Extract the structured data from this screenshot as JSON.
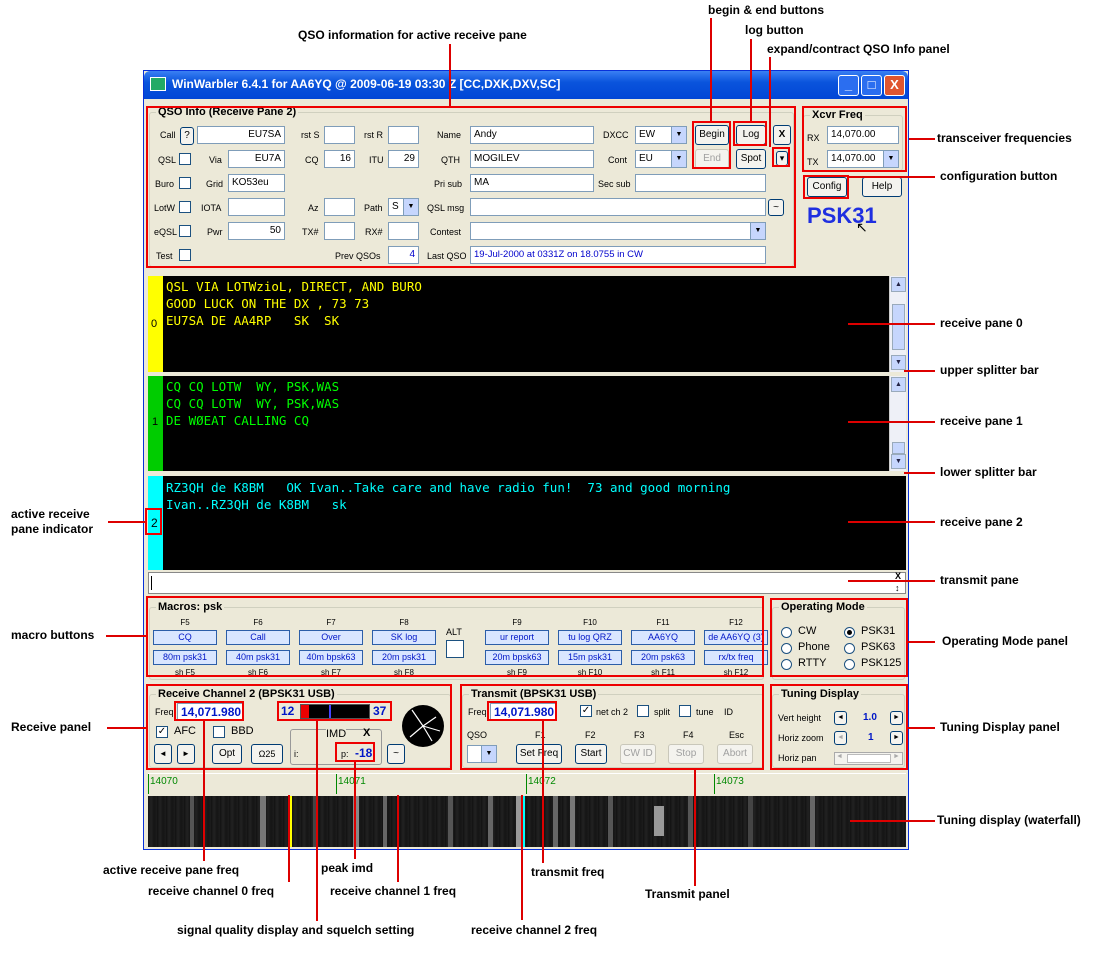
{
  "annotations": {
    "qso_info": "QSO information for active receive pane",
    "begin_end": "begin & end buttons",
    "log_button": "log button",
    "expand_contract": "expand/contract QSO Info panel",
    "xcvr_freqs": "transceiver frequencies",
    "config_button": "configuration button",
    "receive_pane_0": "receive pane 0",
    "upper_splitter": "upper splitter bar",
    "receive_pane_1": "receive pane 1",
    "lower_splitter": "lower splitter bar",
    "active_indicator_1": "active receive",
    "active_indicator_2": "pane indicator",
    "receive_pane_2": "receive pane 2",
    "transmit_pane": "transmit pane",
    "macro_buttons": "macro buttons",
    "operating_mode_panel": "Operating Mode panel",
    "receive_panel": "Receive panel",
    "tuning_display_panel": "Tuning Display panel",
    "waterfall": "Tuning display (waterfall)",
    "active_pane_freq": "active receive pane freq",
    "rx_ch0_freq": "receive channel 0 freq",
    "peak_imd": "peak imd",
    "rx_ch1_freq": "receive channel 1 freq",
    "transmit_freq": "transmit freq",
    "transmit_panel": "Transmit panel",
    "signal_quality": "signal quality display and squelch setting",
    "rx_ch2_freq": "receive channel 2 freq"
  },
  "window": {
    "title": "WinWarbler 6.4.1 for AA6YQ @ 2009-06-19 03:30 Z [CC,DXK,DXV,SC]",
    "min": "_",
    "max": "□",
    "close": "X"
  },
  "qso": {
    "title": "QSO Info (Receive Pane 2)",
    "call_label": "Call",
    "call_help": "?",
    "call": "EU7SA",
    "rsts_label": "rst S",
    "rsts": "",
    "rstr_label": "rst R",
    "rstr": "",
    "name_label": "Name",
    "name": "Andy",
    "dxcc_label": "DXCC",
    "dxcc": "EW",
    "qsl_label": "QSL",
    "via_label": "Via",
    "via": "EU7A",
    "cq_label": "CQ",
    "cq": "16",
    "itu_label": "ITU",
    "itu": "29",
    "qth_label": "QTH",
    "qth": "MOGILEV",
    "cont_label": "Cont",
    "cont": "EU",
    "buro_label": "Buro",
    "grid_label": "Grid",
    "grid": "KO53eu",
    "prisub_label": "Pri sub",
    "prisub": "MA",
    "secsub_label": "Sec sub",
    "secsub": "",
    "lotw_label": "LotW",
    "iota_label": "IOTA",
    "iota": "",
    "az_label": "Az",
    "az": "",
    "path_label": "Path",
    "path": "S",
    "qslmsg_label": "QSL msg",
    "qslmsg": "",
    "qslmsg_btn": "~",
    "eqsl_label": "eQSL",
    "pwr_label": "Pwr",
    "pwr": "50",
    "txn_label": "TX#",
    "txn": "",
    "rxn_label": "RX#",
    "rxn": "",
    "contest_label": "Contest",
    "contest": "",
    "test_label": "Test",
    "prevqsos_label": "Prev QSOs",
    "prevqsos": "4",
    "lastqso_label": "Last QSO",
    "lastqso": "19-Jul-2000 at 0331Z on 18.0755 in CW",
    "begin": "Begin",
    "end": "End",
    "log": "Log",
    "spot": "Spot",
    "close": "X",
    "expand": "▾"
  },
  "xcvr": {
    "title": "Xcvr Freq",
    "rx_label": "RX",
    "rx": "14,070.00",
    "tx_label": "TX",
    "tx": "14,070.00",
    "config": "Config",
    "help": "Help",
    "mode": "PSK31"
  },
  "panes": {
    "p0_label": "0",
    "p0": [
      "",
      "QSL VIA LOTWzioL, DIRECT, AND BURO",
      "GOOD LUCK ON THE DX , 73 73",
      "",
      "EU7SA DE AA4RP   SK  SK"
    ],
    "p1_label": "1",
    "p1": [
      "",
      "",
      "CQ CQ LOTW  WY, PSK,WAS",
      "CQ CQ LOTW  WY, PSK,WAS",
      "DE WØEAT CALLING CQ"
    ],
    "p2_label": "2",
    "p2": [
      "RZ3QH de K8BM   OK Ivan..Take care and have radio fun!  73 and good morning",
      "Ivan..RZ3QH de K8BM   sk"
    ]
  },
  "macros": {
    "title": "Macros: psk",
    "alt": "ALT",
    "keys": [
      "F5",
      "F6",
      "F7",
      "F8",
      "F9",
      "F10",
      "F11",
      "F12"
    ],
    "row1": [
      "CQ",
      "Call",
      "Over",
      "SK log",
      "ur report",
      "tu log QRZ",
      "AA6YQ",
      "de AA6YQ (3)"
    ],
    "row2": [
      "80m psk31",
      "40m psk31",
      "40m bpsk63",
      "20m psk31",
      "20m bpsk63",
      "15m psk31",
      "20m psk63",
      "rx/tx freq"
    ],
    "shift": [
      "sh F5",
      "sh F6",
      "sh F7",
      "sh F8",
      "sh F9",
      "sh F10",
      "sh F11",
      "sh F12"
    ]
  },
  "opmode": {
    "title": "Operating Mode",
    "options": [
      "CW",
      "Phone",
      "RTTY",
      "PSK31",
      "PSK63",
      "PSK125"
    ],
    "selected": "PSK31"
  },
  "receive": {
    "title": "Receive Channel 2 (BPSK31 USB)",
    "freq_label": "Freq",
    "freq": "14,071.980",
    "afc": "AFC",
    "bbd": "BBD",
    "left": "◄",
    "right": "►",
    "opt": "Opt",
    "omega": "Ω25",
    "sq_low": "12",
    "sq_high": "37",
    "imd_label": "IMD",
    "imd_close": "X",
    "imd_prefix": "p:",
    "imd": "-18",
    "imd_i": "i:",
    "tilde": "~"
  },
  "transmit": {
    "title": "Transmit (BPSK31 USB)",
    "freq_label": "Freq",
    "freq": "14,071.980",
    "netch2": "net ch 2",
    "split": "split",
    "tune": "tune",
    "id": "ID",
    "fkeys": [
      "QSO",
      "F1",
      "F2",
      "F3",
      "F4",
      "Esc"
    ],
    "setfreq": "Set Freq",
    "start": "Start",
    "cwid": "CW ID",
    "stop": "Stop",
    "abort": "Abort"
  },
  "tuning": {
    "title": "Tuning Display",
    "vert_label": "Vert height",
    "vert": "1.0",
    "horiz_label": "Horiz zoom",
    "horiz": "1",
    "pan_label": "Horiz pan"
  },
  "waterfall": {
    "ticks": [
      "14070",
      "14071",
      "14072",
      "14073"
    ]
  },
  "colors": {
    "pane0_text": "#ffff00",
    "pane1_text": "#00ff00",
    "pane2_text": "#00ffff",
    "mode_text": "#1f2fe0",
    "annotation_red": "#dd0000"
  }
}
